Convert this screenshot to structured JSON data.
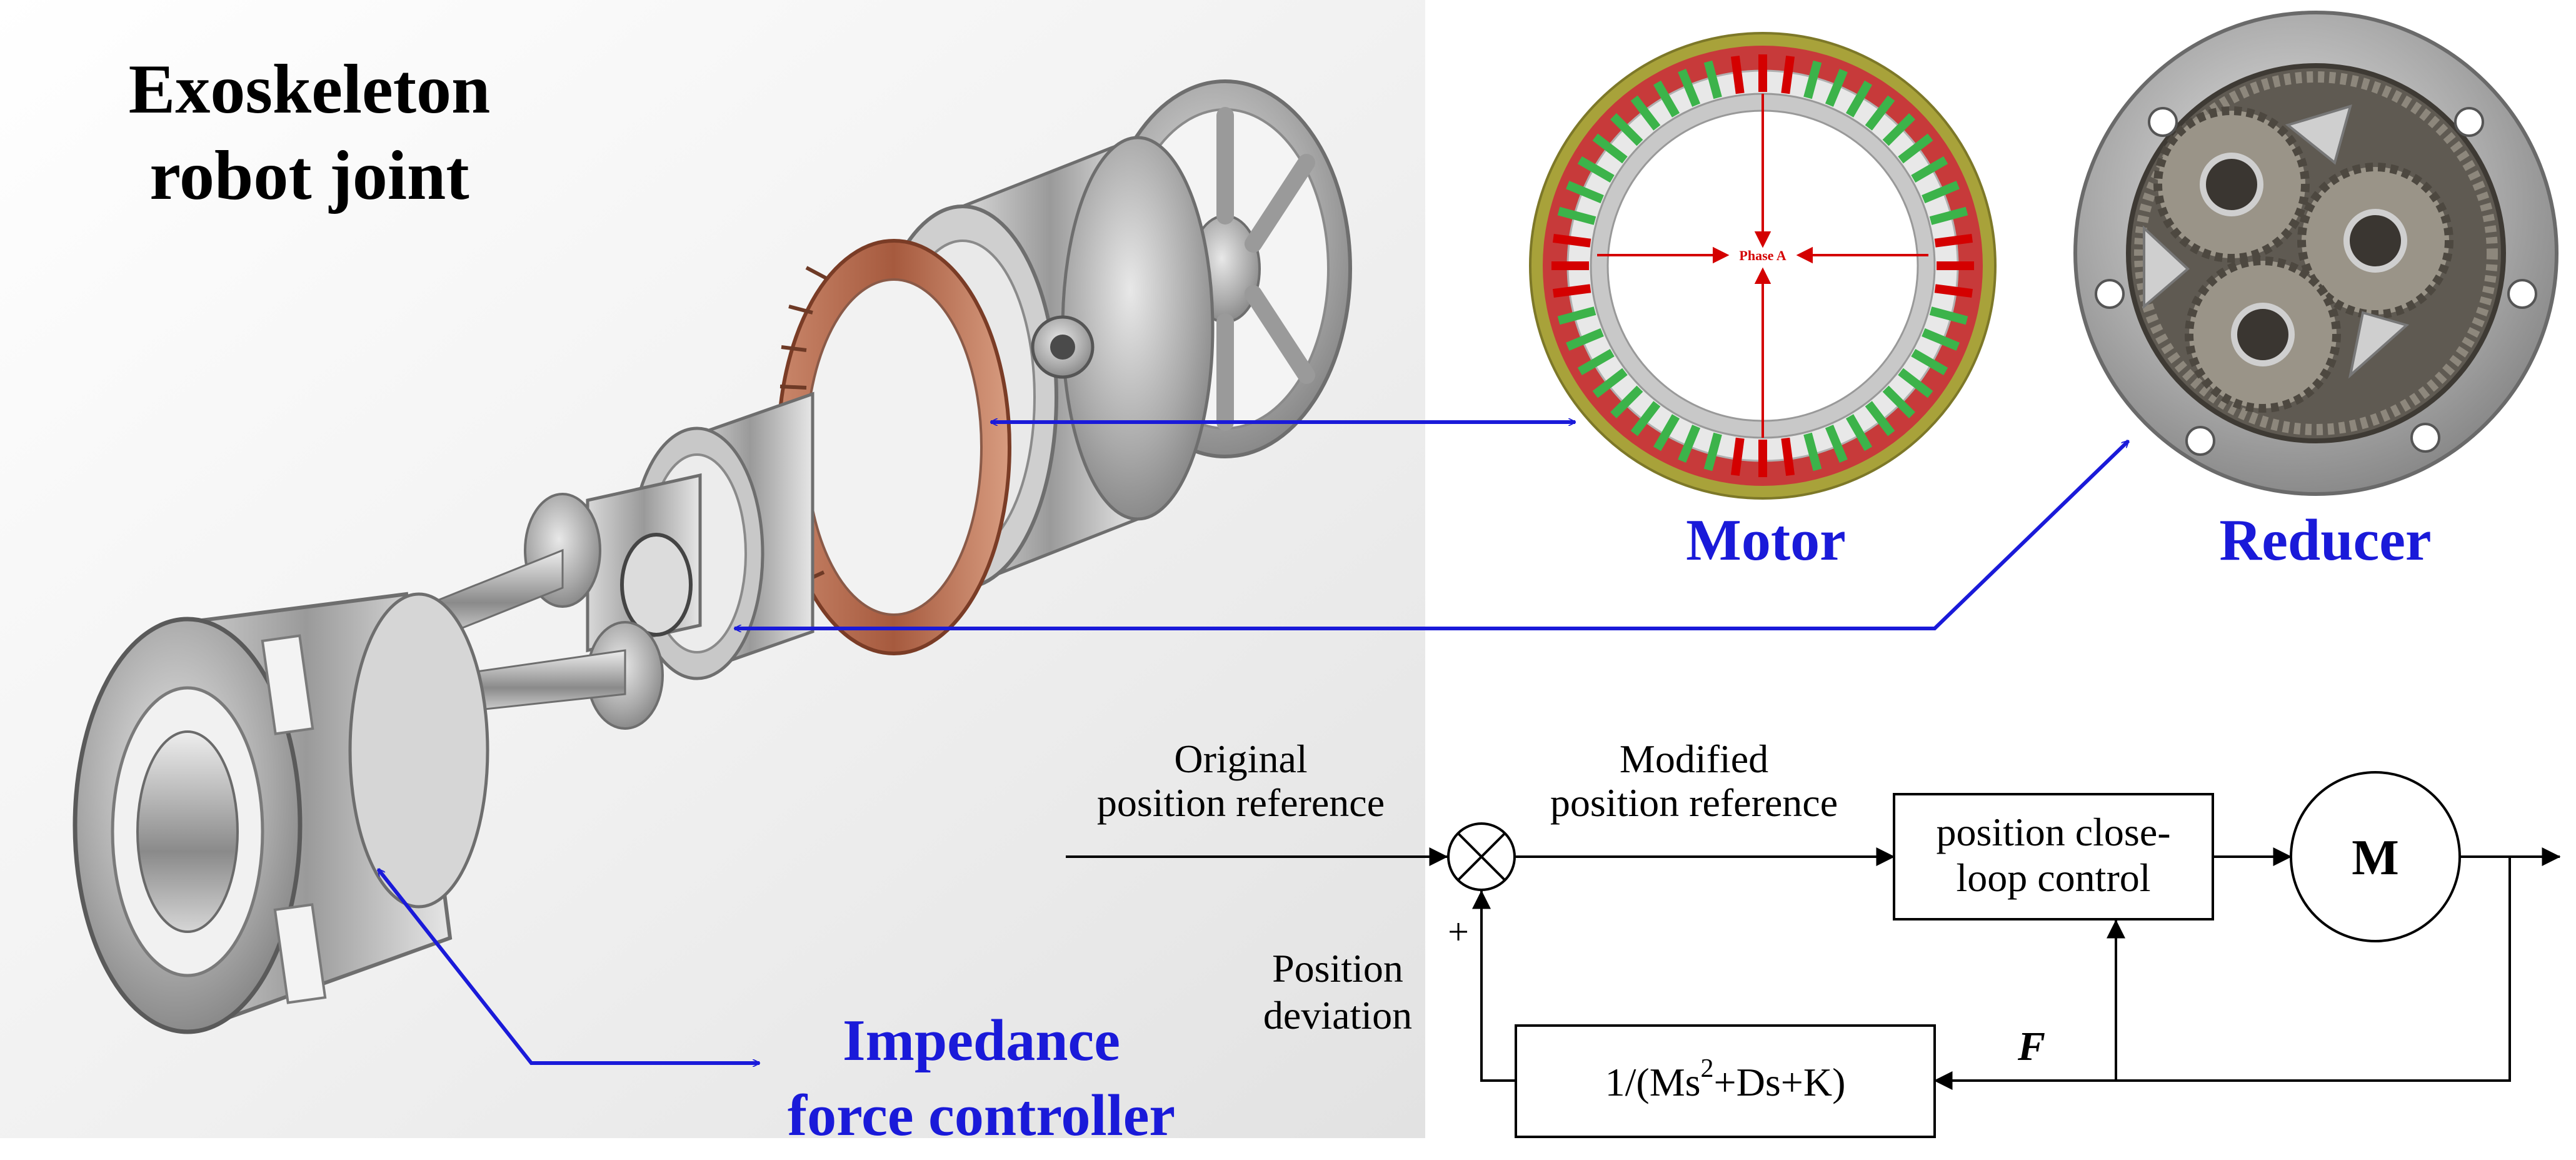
{
  "title": {
    "line1": "Exoskeleton",
    "line2": "robot joint"
  },
  "labels": {
    "motor": "Motor",
    "reducer": "Reducer",
    "impedance_line1": "Impedance",
    "impedance_line2": "force controller"
  },
  "motor_diagram": {
    "phase_label": "Phase A"
  },
  "control_diagram": {
    "input_line1": "Original",
    "input_line2": "position reference",
    "modified_line1": "Modified",
    "modified_line2": "position reference",
    "deviation_line1": "Position",
    "deviation_line2": "deviation",
    "plus_sign": "+",
    "block_control_line1": "position close-",
    "block_control_line2": "loop control",
    "motor_symbol": "M",
    "force_symbol": "F",
    "impedance_tf_prefix": "1/(Ms",
    "impedance_tf_exp": "2",
    "impedance_tf_suffix": "+Ds+K)"
  },
  "colors": {
    "arrow_blue": "#1a1ad9",
    "label_blue": "#1a1ad9",
    "stator_red": "#c73a3a",
    "winding_green": "#3cb34a",
    "rim_olive": "#a8a23a",
    "metal": "#b8b8b8"
  }
}
